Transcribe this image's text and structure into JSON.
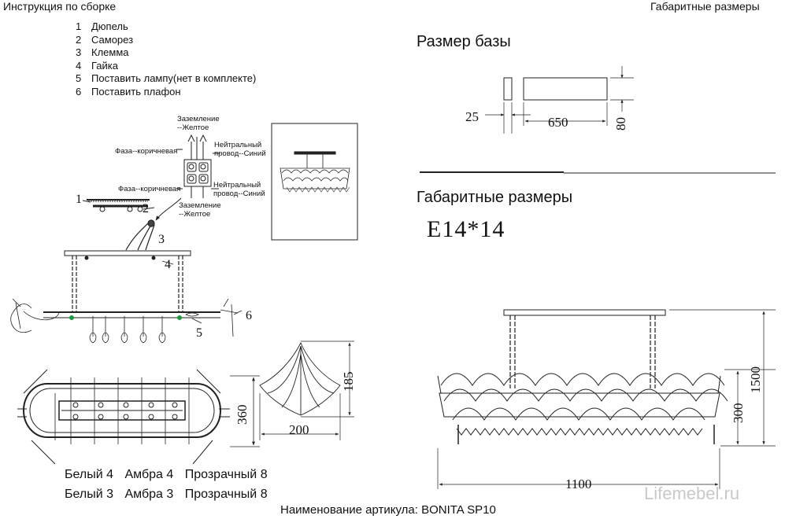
{
  "header": {
    "left": "Инструкция по сборке",
    "right": "Габаритные размеры"
  },
  "steps": [
    {
      "num": "1",
      "text": "Дюпель"
    },
    {
      "num": "2",
      "text": "Саморез"
    },
    {
      "num": "3",
      "text": "Клемма"
    },
    {
      "num": "4",
      "text": "Гайка"
    },
    {
      "num": "5",
      "text": "Поставить лампу(нет в комплекте)"
    },
    {
      "num": "6",
      "text": "Поставить плафон"
    }
  ],
  "wiring": {
    "ground_top": "Заземление\n--Желтое",
    "phase_top": "Фаза--коричневая",
    "neutral_top": "Нейтральный\nпровод--Синий",
    "phase_bottom": "Фаза--коричневая",
    "neutral_bottom": "Нейтральный\nпровод--Синий",
    "ground_bottom": "Заземление\n--Желтое"
  },
  "callouts": {
    "c1": "1",
    "c2": "2",
    "c3": "3",
    "c4": "4",
    "c5": "5",
    "c6": "6"
  },
  "base": {
    "title": "Размер базы",
    "dim_width": "650",
    "dim_depth": "25",
    "dim_height": "80"
  },
  "overall": {
    "title": "Габаритные размеры",
    "socket": "E14*14",
    "dim_length": "1100",
    "dim_total_height": "1500",
    "dim_body_height": "300"
  },
  "plan": {
    "dim_depth": "360"
  },
  "shade": {
    "dim_height": "185",
    "dim_width": "200"
  },
  "colors": {
    "row1": {
      "white": "Белый",
      "white_n": "4",
      "amber": "Амбра",
      "amber_n": "4",
      "clear": "Прозрачный",
      "clear_n": "8"
    },
    "row2": {
      "white": "Белый",
      "white_n": "3",
      "amber": "Амбра",
      "amber_n": "3",
      "clear": "Прозрачный",
      "clear_n": "8"
    }
  },
  "article": "Наименование артикула: BONITA SP10",
  "watermark": "Lifemebel.ru",
  "accent_color": "#1a9a3a"
}
